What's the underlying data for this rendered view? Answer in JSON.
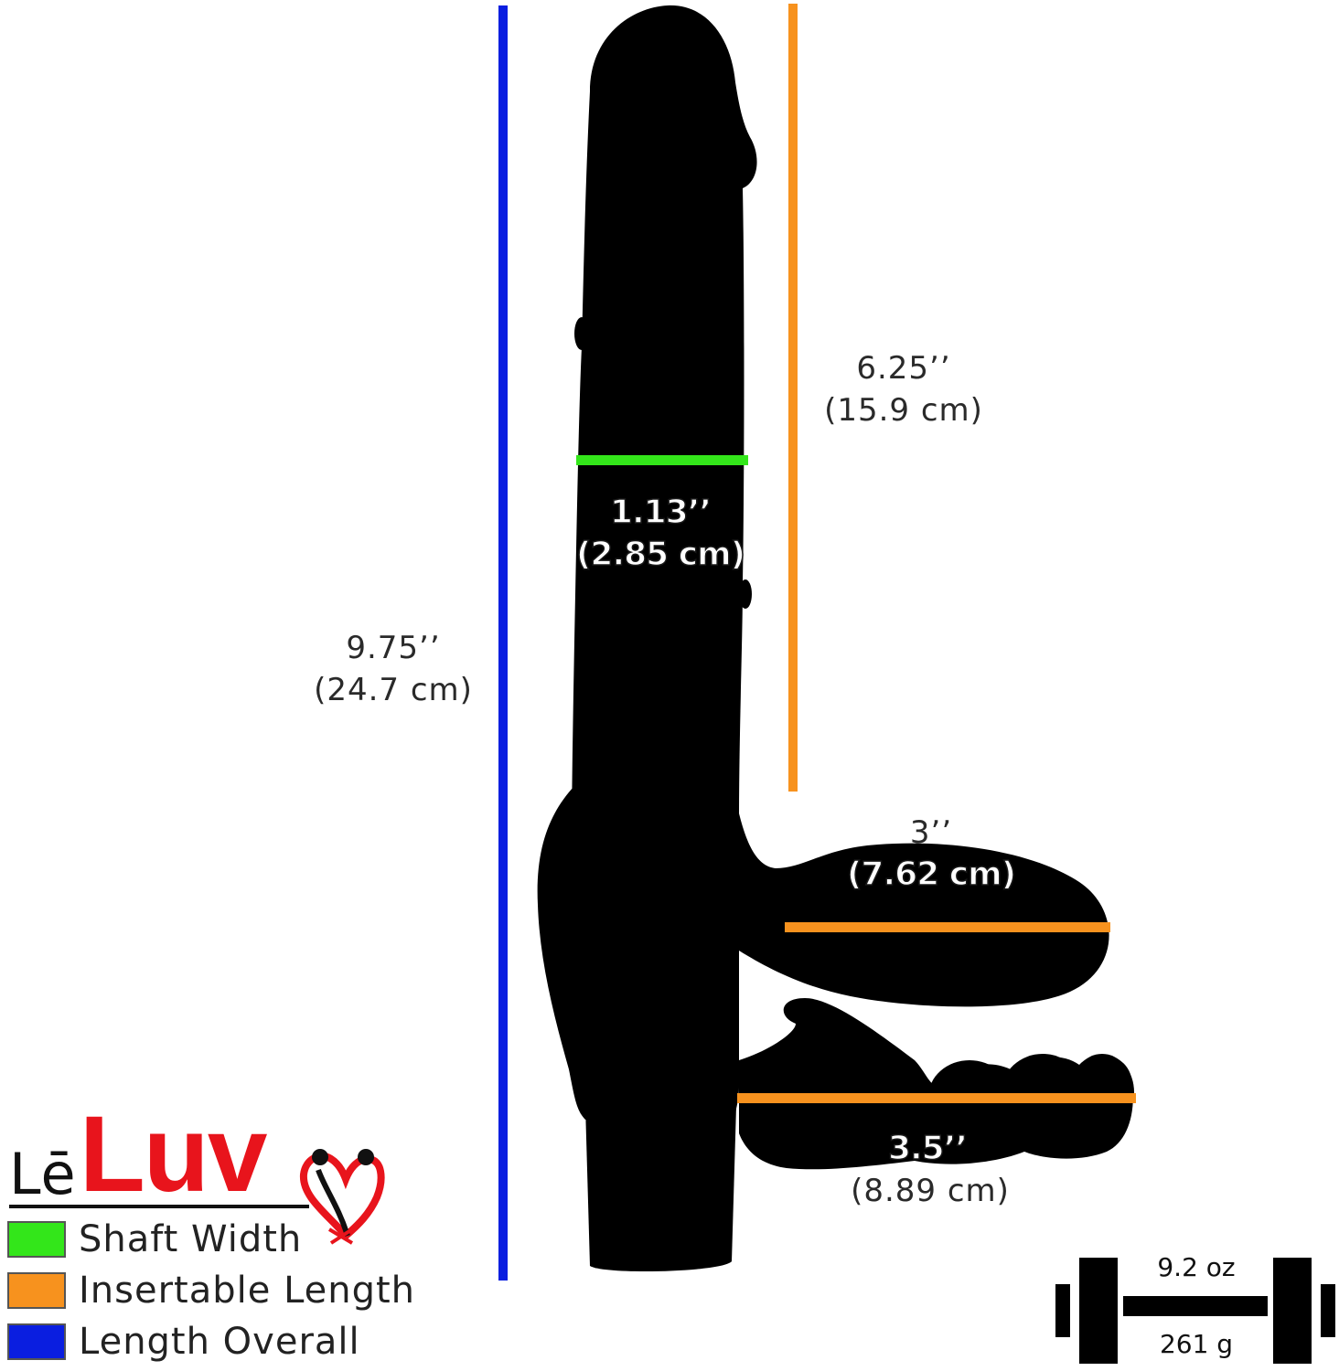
{
  "colors": {
    "shaft_width": "#33e61a",
    "insertable_length": "#f7921e",
    "length_overall": "#0a1ee0",
    "brand_red": "#e8141c",
    "silhouette": "#000000"
  },
  "measurements": {
    "overall": {
      "in": "9.75’’",
      "cm": "(24.7 cm)"
    },
    "insertable": {
      "in": "6.25’’",
      "cm": "(15.9 cm)"
    },
    "shaft_width": {
      "in": "1.13’’",
      "cm": "(2.85 cm)"
    },
    "upper_arm": {
      "in": "3’’",
      "cm": "(7.62 cm)"
    },
    "lower_arm": {
      "in": "3.5’’",
      "cm": "(8.89 cm)"
    }
  },
  "brand": {
    "prefix": "Lē",
    "name": "Luv"
  },
  "legend": [
    {
      "label": "Shaft Width",
      "color": "#33e61a"
    },
    {
      "label": "Insertable Length",
      "color": "#f7921e"
    },
    {
      "label": "Length Overall",
      "color": "#0a1ee0"
    }
  ],
  "weight": {
    "oz": "9.2 oz",
    "g": "261 g",
    "icon": "dumbbell-icon"
  }
}
